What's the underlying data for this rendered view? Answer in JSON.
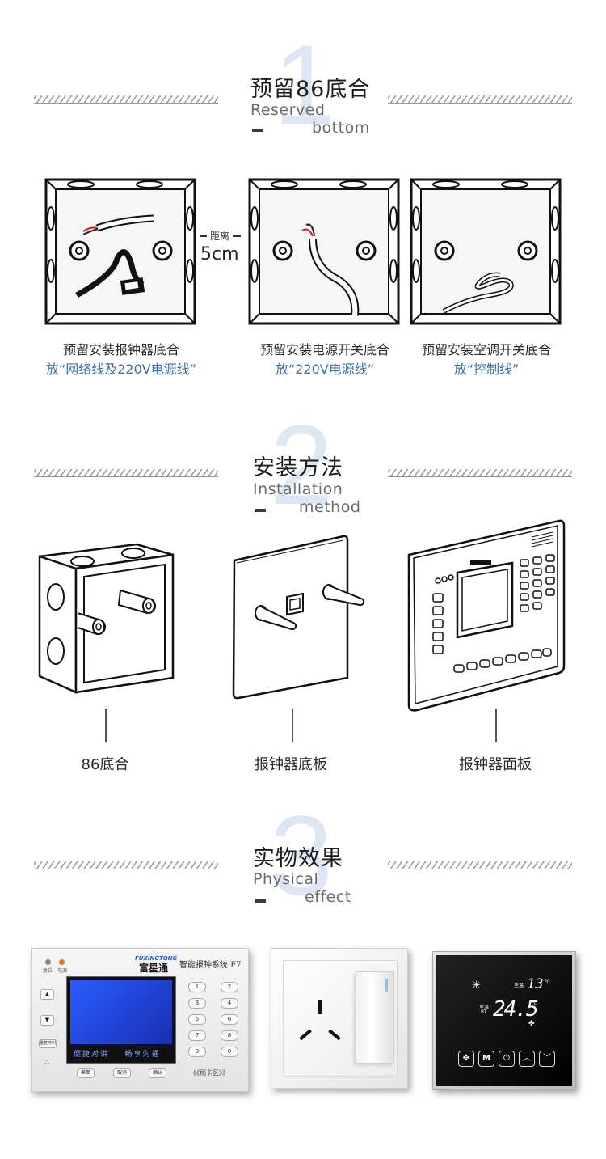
{
  "section1": {
    "number": "1",
    "title_cn": "预留86底合",
    "title_en_1": "Reserved",
    "title_en_2": "bottom",
    "distance_label": "距离",
    "distance_value": "5cm",
    "boxes": [
      {
        "caption": "预留安装报钟器底合",
        "note": "放“网络线及220V电源线”"
      },
      {
        "caption": "预留安装电源开关底合",
        "note": "放“220V电源线”"
      },
      {
        "caption": "预留安装空调开关底合",
        "note": "放“控制线”"
      }
    ]
  },
  "section2": {
    "number": "2",
    "title_cn": "安装方法",
    "title_en_1": "Installation",
    "title_en_2": "method",
    "labels": [
      "86底合",
      "报钟器底板",
      "报钟器面板"
    ]
  },
  "section3": {
    "number": "3",
    "title_cn": "实物效果",
    "title_en_1": "Physical",
    "title_en_2": "effect",
    "device": {
      "brand_en": "FUXINGTONG",
      "brand_cn": "富星通",
      "system_name": "智能报钟系统",
      "model": "F7",
      "scroll_text": "便捷对讲    畅享沟通",
      "card_zone": "《《刷卡区》》",
      "bottom_buttons": [
        "菜单",
        "取消",
        "确认"
      ],
      "keypad": [
        "1",
        "2",
        "3",
        "4",
        "5",
        "6",
        "7",
        "8",
        "9",
        "0"
      ],
      "indicators": [
        "复位",
        "电源"
      ],
      "side_button": "重复呼叫"
    },
    "thermostat": {
      "room_label": "室温",
      "room_temp": "13",
      "set_label_1": "室温",
      "set_label_2": "RT",
      "set_temp": "24.5",
      "unit": "℃",
      "buttons": [
        "fan",
        "M",
        "power",
        "up",
        "down"
      ]
    }
  },
  "colors": {
    "accent_blue": "#3b6fa8",
    "big_number": "#dde7f3",
    "lcd_blue": "#1f44c9"
  }
}
